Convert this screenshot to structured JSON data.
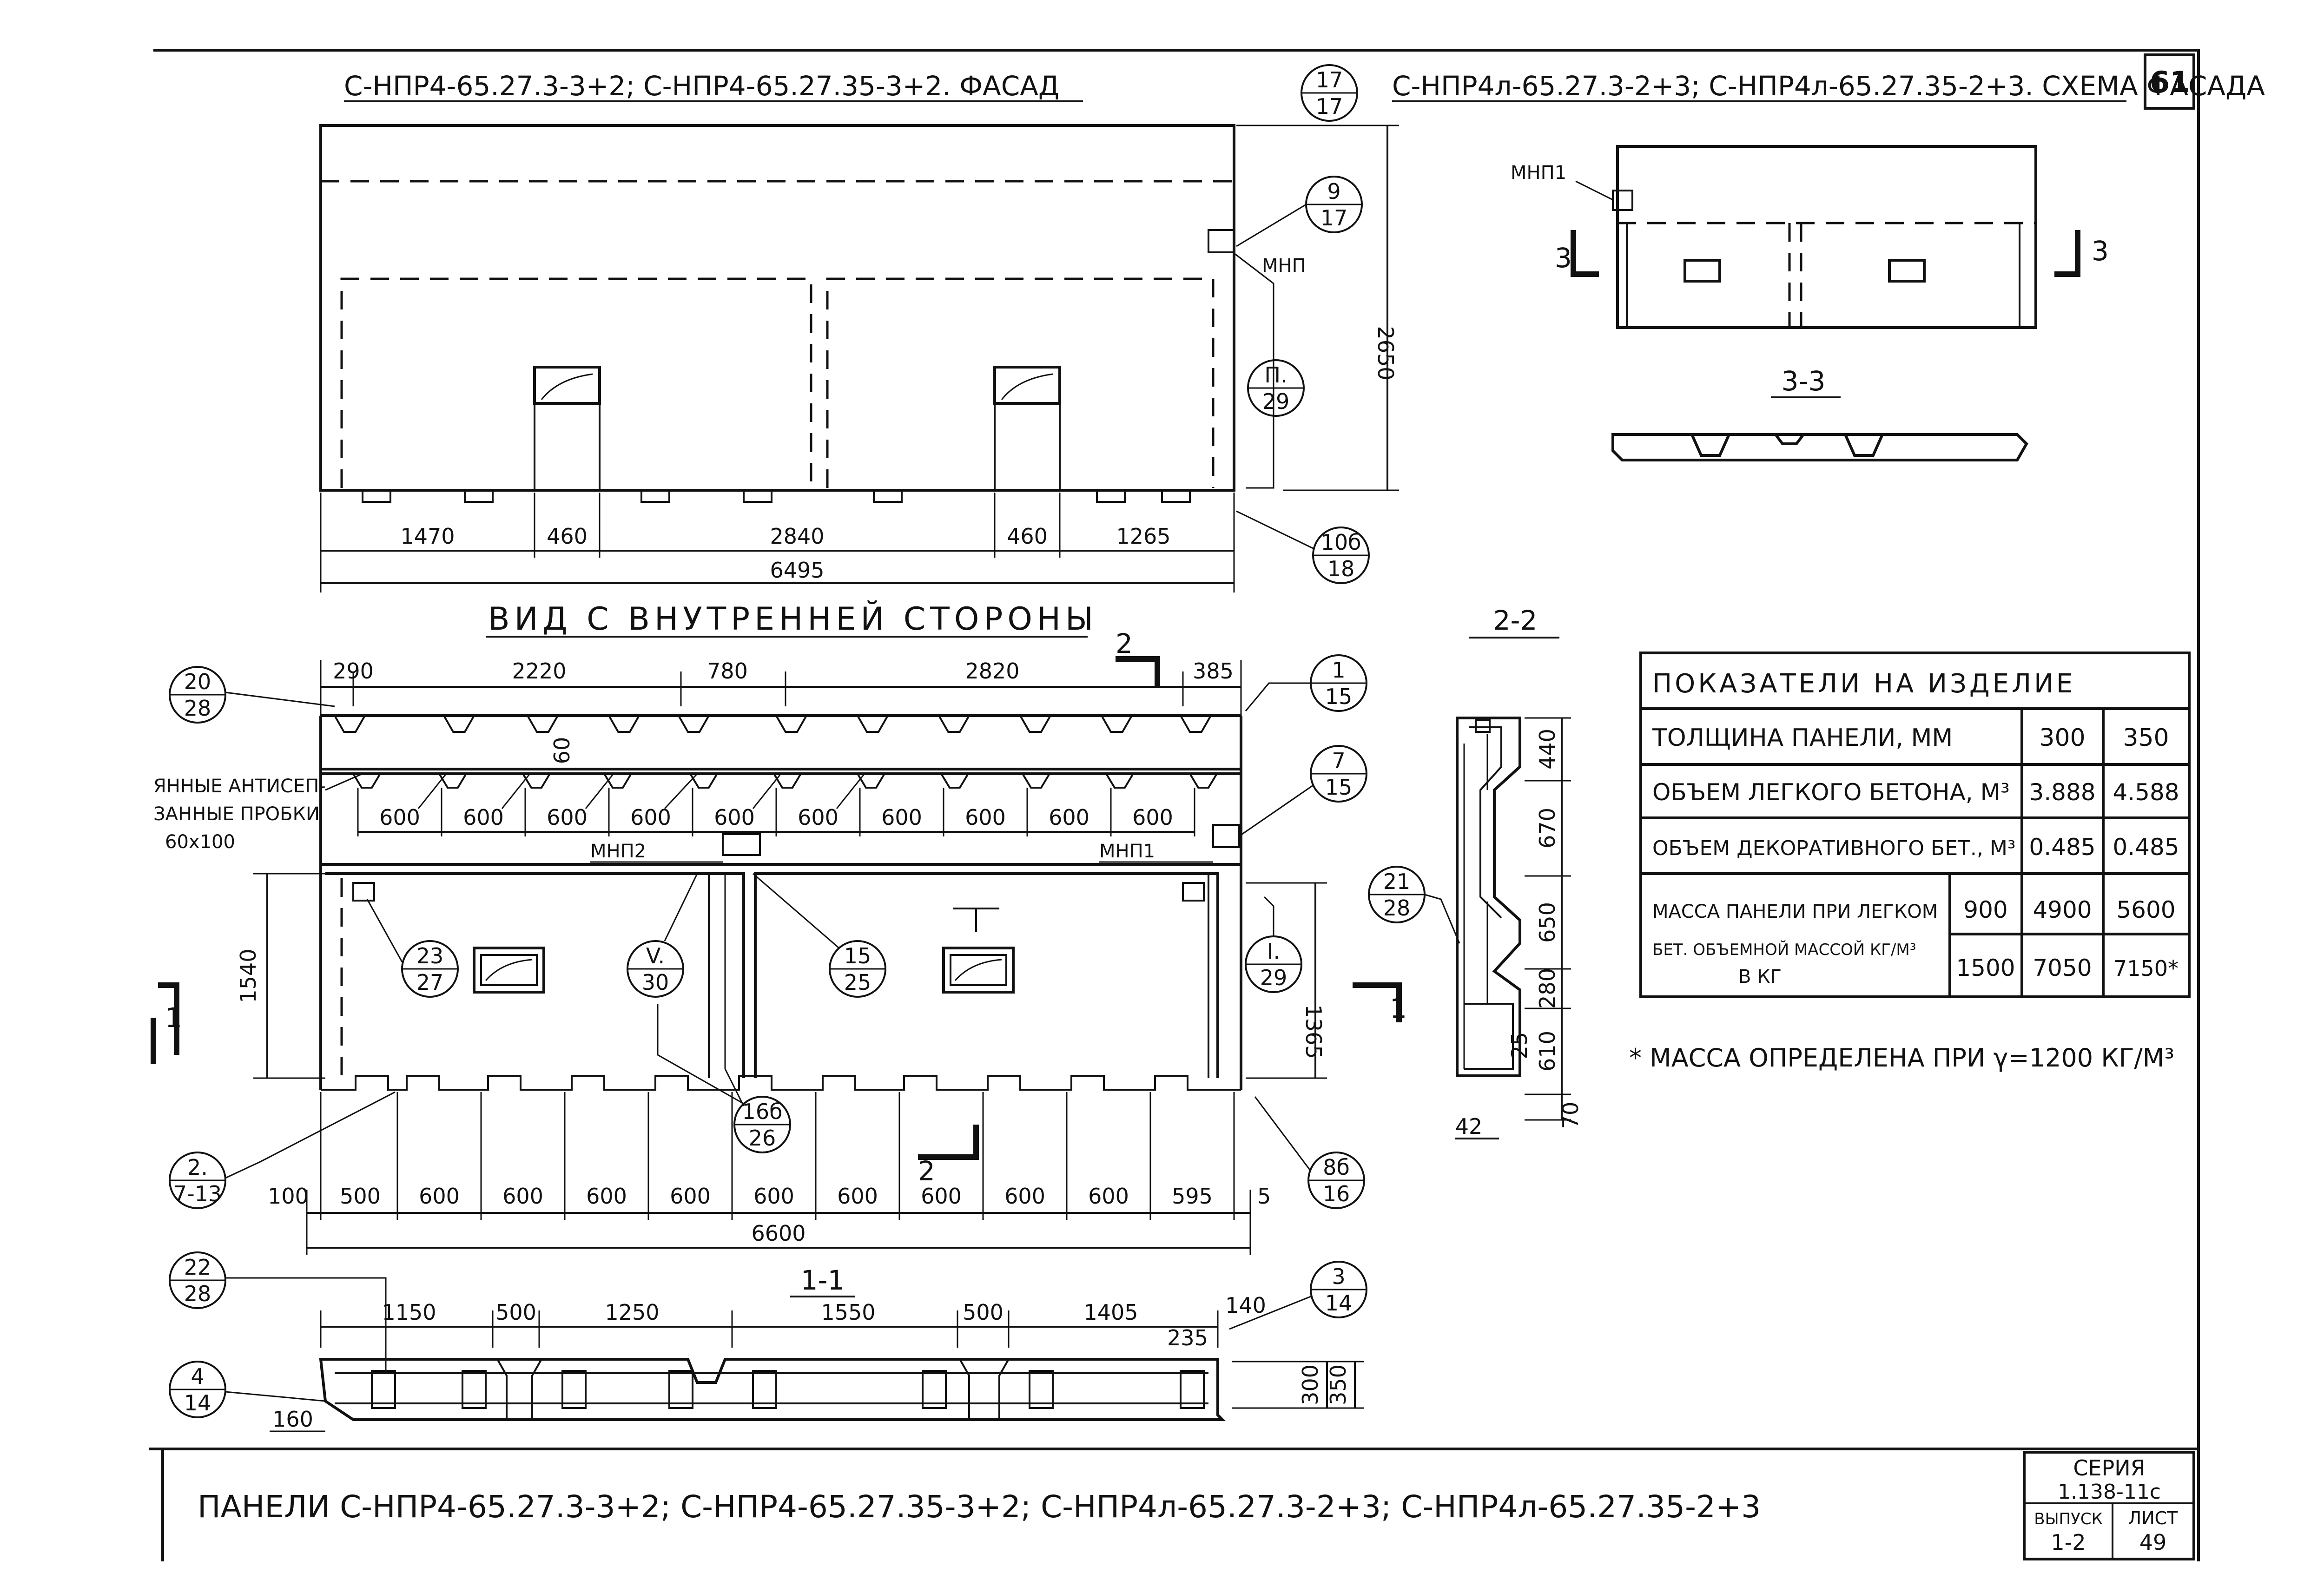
{
  "sheet_number": "61",
  "titles": {
    "facade": "С-НПР4-65.27.3-3+2; С-НПР4-65.27.35-3+2. ФАСАД",
    "facade_scheme": "С-НПР4л-65.27.3-2+3; С-НПР4л-65.27.35-2+3. СХЕМА ФАСАДА",
    "inner_view": "ВИД С ВНУТРЕННЕЙ СТОРОНЫ",
    "section_33": "3-3",
    "section_22": "2-2",
    "section_11": "1-1"
  },
  "facade_dims": {
    "bottom": [
      "1470",
      "460",
      "2840",
      "460",
      "1265"
    ],
    "total": "6495",
    "height": "2650"
  },
  "inner_dims": {
    "top": [
      "290",
      "2220",
      "780",
      "2820",
      "385"
    ],
    "insert_spacing": [
      "600",
      "600",
      "600",
      "600",
      "600",
      "600",
      "600",
      "600",
      "600",
      "600"
    ],
    "insert_offset": "60",
    "bottom": [
      "100",
      "500",
      "600",
      "600",
      "600",
      "600",
      "600",
      "600",
      "600",
      "600",
      "600",
      "595",
      "5"
    ],
    "total": "6600",
    "left_height": "1540",
    "right_height": "1365"
  },
  "section11_dims": {
    "top": [
      "1150",
      "500",
      "1250",
      "1550",
      "500",
      "1405"
    ],
    "right_offsets": [
      "140",
      "235"
    ],
    "heights": [
      "300",
      "350"
    ],
    "left_edge": "160"
  },
  "section22_dims": [
    "440",
    "670",
    "650",
    "280",
    "610",
    "70"
  ],
  "section22_small": [
    "25",
    "42"
  ],
  "section_marks": {
    "facade_scheme": [
      "3",
      "3"
    ],
    "inner_left": "1",
    "inner_right": "1",
    "inner_top": "2",
    "inner_bottom": "2"
  },
  "labels": {
    "mnp": "МНП",
    "mnp1": "МНП1",
    "mnp2": "МНП2",
    "antiseptic_note": [
      "ЯННЫЕ АНТИСЕП-",
      "ЗАННЫЕ ПРОБКИ",
      "60х100"
    ]
  },
  "callouts": [
    {
      "top": "17",
      "bottom": "17"
    },
    {
      "top": "9",
      "bottom": "17"
    },
    {
      "top": "П.",
      "bottom": "29"
    },
    {
      "top": "10б",
      "bottom": "18"
    },
    {
      "top": "20",
      "bottom": "28"
    },
    {
      "top": "1",
      "bottom": "15"
    },
    {
      "top": "7",
      "bottom": "15"
    },
    {
      "top": "23",
      "bottom": "27"
    },
    {
      "top": "V.",
      "bottom": "30"
    },
    {
      "top": "15",
      "bottom": "25"
    },
    {
      "top": "I.",
      "bottom": "29"
    },
    {
      "top": "16б",
      "bottom": "26"
    },
    {
      "top": "2.",
      "bottom": "7-13"
    },
    {
      "top": "8б",
      "bottom": "16"
    },
    {
      "top": "21",
      "bottom": "28"
    },
    {
      "top": "22",
      "bottom": "28"
    },
    {
      "top": "3",
      "bottom": "14"
    },
    {
      "top": "4",
      "bottom": "14"
    }
  ],
  "table": {
    "title": "ПОКАЗАТЕЛИ НА ИЗДЕЛИЕ",
    "rows": [
      {
        "label": "ТОЛЩИНА ПАНЕЛИ, ММ",
        "sub": "",
        "v1": "300",
        "v2": "350"
      },
      {
        "label": "ОБЪЕМ ЛЕГКОГО БЕТОНА, М³",
        "sub": "",
        "v1": "3.888",
        "v2": "4.588"
      },
      {
        "label": "ОБЪЕМ ДЕКОРАТИВНОГО БЕТ., М³",
        "sub": "",
        "v1": "0.485",
        "v2": "0.485"
      }
    ],
    "mass_label": [
      "МАССА ПАНЕЛИ ПРИ ЛЕГКОМ",
      "БЕТ. ОБЪЕМНОЙ МАССОЙ КГ/М³",
      "В КГ"
    ],
    "mass_rows": [
      {
        "density": "900",
        "v1": "4900",
        "v2": "5600"
      },
      {
        "density": "1500",
        "v1": "7050",
        "v2": "7150*"
      }
    ]
  },
  "footnote": "* МАССА ОПРЕДЕЛЕНА ПРИ γ=1200 КГ/М³",
  "bottom_title": "ПАНЕЛИ С-НПР4-65.27.3-3+2; С-НПР4-65.27.35-3+2; С-НПР4л-65.27.3-2+3; С-НПР4л-65.27.35-2+3",
  "stamp": {
    "series_label": "СЕРИЯ",
    "series": "1.138-11с",
    "issue_label": "ВЫПУСК",
    "issue": "1-2",
    "sheet_label": "ЛИСТ",
    "sheet": "49"
  }
}
